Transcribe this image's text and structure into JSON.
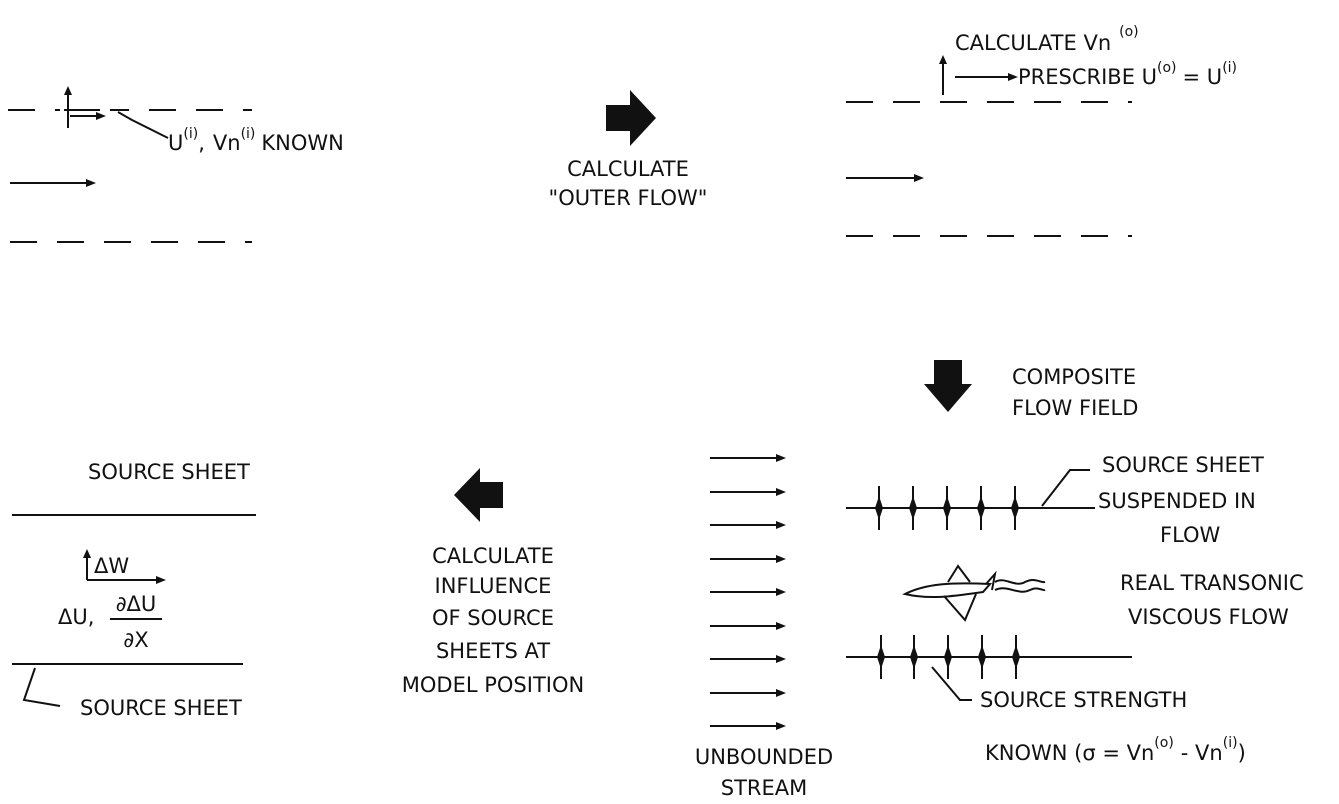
{
  "colors": {
    "ink": "#111111",
    "background": "#ffffff"
  },
  "panel_inner": {
    "label_main_u": "U",
    "label_sup_i1": "(i)",
    "label_comma": ",",
    "label_vn": "Vn",
    "label_sup_i2": "(i)",
    "label_known": "KNOWN"
  },
  "step1": {
    "icon": "arrow-right-icon",
    "line1": "CALCULATE",
    "line2": "\"OUTER FLOW\""
  },
  "panel_outer": {
    "calc_text": "CALCULATE Vn",
    "calc_sup": "(o)",
    "prescribe_text": "PRESCRIBE U",
    "prescribe_sup_o": "(o)",
    "equals": "= U",
    "prescribe_sup_i": "(i)"
  },
  "step2": {
    "icon": "arrow-down-icon",
    "line1": "COMPOSITE",
    "line2": "FLOW FIELD"
  },
  "composite": {
    "sheet_label_1": "SOURCE SHEET",
    "sheet_label_2": "SUSPENDED IN",
    "sheet_label_3": "FLOW",
    "real_label_1": "REAL TRANSONIC",
    "real_label_2": "VISCOUS FLOW",
    "strength_label": "SOURCE STRENGTH",
    "known_text": "KNOWN (σ = Vn",
    "known_sup_o": "(o)",
    "known_minus": "- Vn",
    "known_sup_i": "(i)",
    "known_close": ")",
    "stream_1": "UNBOUNDED",
    "stream_2": "STREAM",
    "aircraft_icon": "aircraft-icon"
  },
  "step3": {
    "icon": "arrow-left-icon",
    "line1": "CALCULATE",
    "line2": "INFLUENCE",
    "line3": "OF SOURCE",
    "line4": "SHEETS AT",
    "line5": "MODEL POSITION"
  },
  "panel_influence": {
    "top_label": "SOURCE SHEET",
    "dw_label": "ΔW",
    "du_label": "ΔU,",
    "frac_num": "∂ΔU",
    "frac_den": "∂X",
    "bottom_label": "SOURCE SHEET"
  }
}
